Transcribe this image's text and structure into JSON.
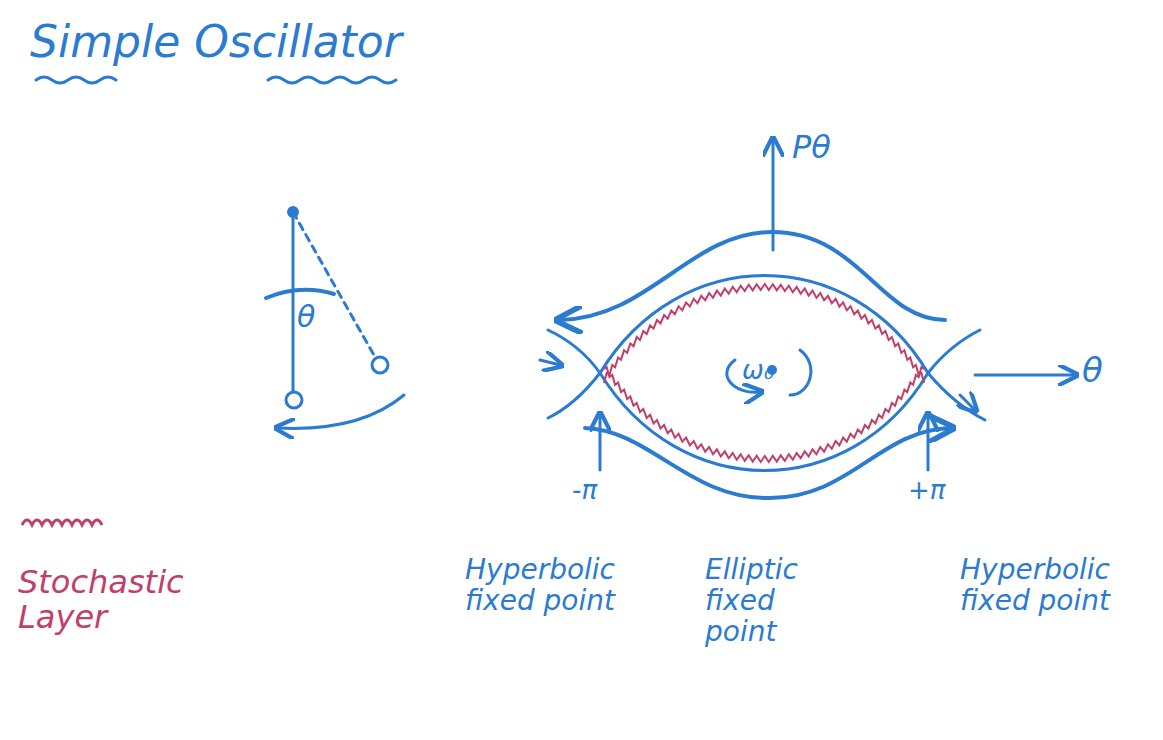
{
  "diagram": {
    "title": "Simple Oscillator",
    "labels": [
      "θ",
      "Pθ",
      "ω₀",
      "θ",
      "-π",
      "+π",
      "Hyperbolic fixed point",
      "Elliptic fixed point",
      "Hyperbolic fixed point"
    ],
    "legend": [
      {
        "text": "Stochastic Layer"
      }
    ]
  }
}
